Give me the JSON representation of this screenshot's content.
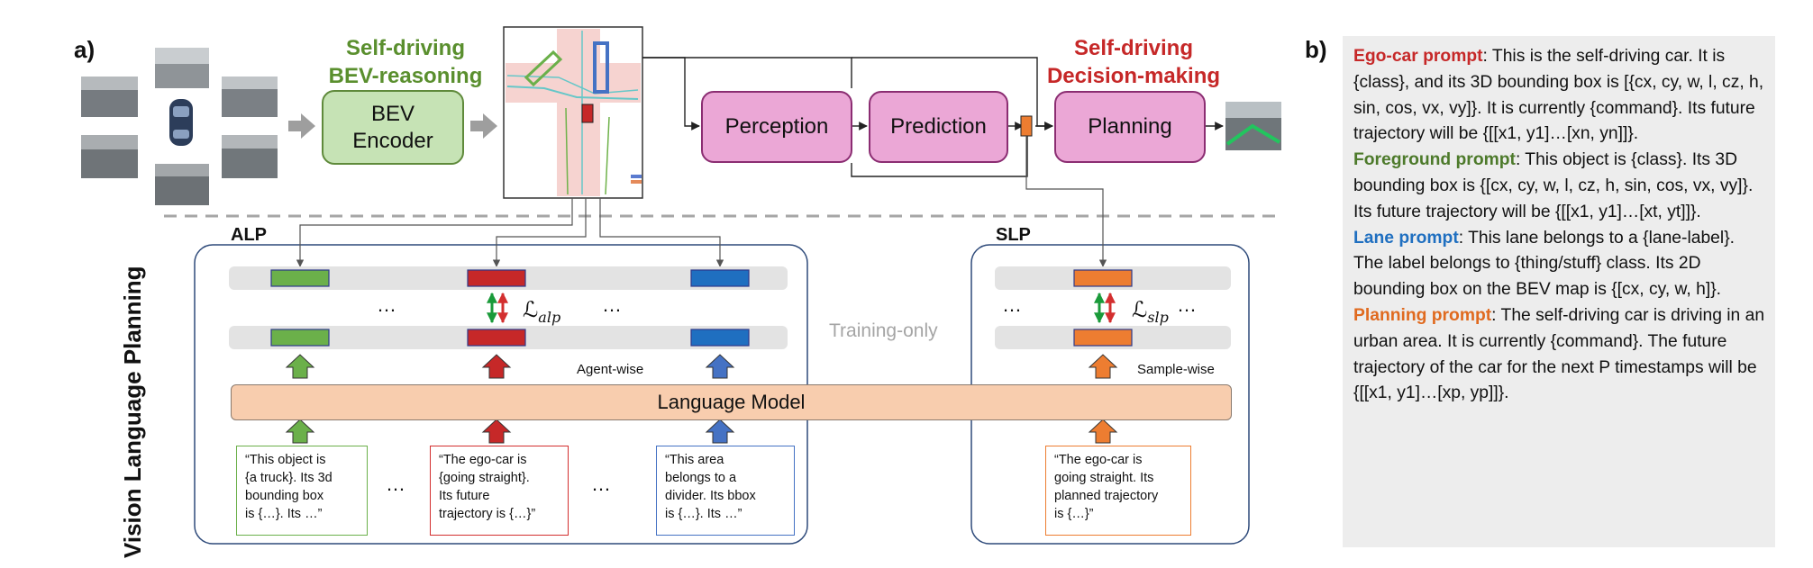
{
  "panel_a": {
    "label": "a)",
    "reasoning_heading": [
      "Self-driving",
      "BEV-reasoning"
    ],
    "decision_heading": [
      "Self-driving",
      "Decision-making"
    ],
    "bev_encoder": [
      "BEV",
      "Encoder"
    ],
    "perception": "Perception",
    "prediction": "Prediction",
    "planning": "Planning",
    "side_title": "Vision Language Planning",
    "alp_title": "ALP",
    "slp_title": "SLP",
    "training_only": "Training-only",
    "agent_wise": "Agent-wise",
    "sample_wise": "Sample-wise",
    "language_model": "Language Model",
    "loss_alp": "alp",
    "loss_slp": "slp",
    "loss_symbol": "ℒ",
    "ellipsis": "…",
    "prompts": [
      [
        "“This object is",
        "{a truck}. Its 3d",
        "bounding box",
        "is {…}. Its …”"
      ],
      [
        "“The ego-car is",
        "{going straight}.",
        "Its future",
        "trajectory is {…}”"
      ],
      [
        "“This area",
        "belongs to a",
        "divider. Its bbox",
        "is {…}. Its …”"
      ],
      [
        "“The ego-car is",
        "going straight. Its",
        "planned trajectory",
        "is {…}”"
      ]
    ]
  },
  "panel_b": {
    "label": "b)",
    "ego_key": "Ego-car prompt",
    "ego_text": ": This is the self-driving car. It is {class}, and its 3D bounding box is [{cx, cy, w, l, cz, h, sin, cos, vx, vy]}. It is currently {command}. Its future trajectory will be {[[x1, y1]…[xn, yn]]}.",
    "fg_key": "Foreground prompt",
    "fg_text": ": This object is {class}. Its 3D bounding box is {[cx, cy, w, l, cz, h, sin, cos, vx, vy]}. Its future trajectory will be {[[x1, y1]…[xt, yt]]}.",
    "lane_key": "Lane prompt",
    "lane_text": ": This lane belongs to a {lane-label}. The label belongs to {thing/stuff} class. Its 2D bounding box on the BEV map is {[cx, cy, w, h]}.",
    "plan_key": "Planning prompt",
    "plan_text": ": The self-driving car is driving in an urban area. It is currently {command}. The future trajectory of the car for the next P timestamps will be {[[x1, y1]…[xp, yp]]}."
  },
  "colors": {
    "green": "#6bb04a",
    "red": "#c62828",
    "blue": "#1f6fc0",
    "orange": "#ed7d31",
    "pink": "#eba7d6",
    "bev_green": "#c6e3b5",
    "lm_peach": "#f8cdae"
  }
}
